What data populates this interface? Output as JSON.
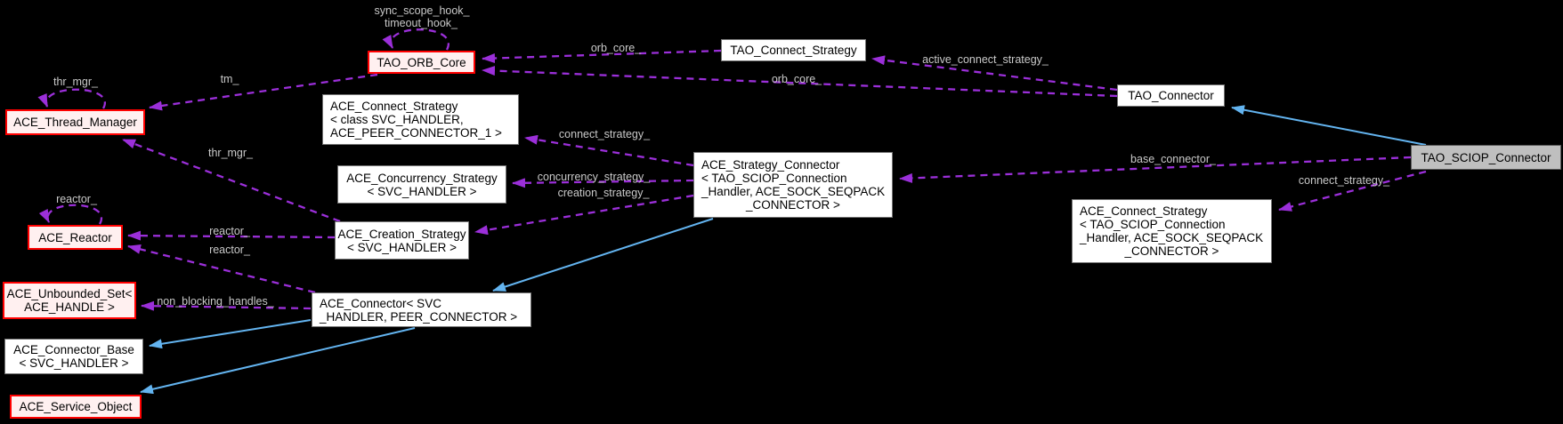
{
  "nodes": {
    "tao_orb_core": {
      "label": "TAO_ORB_Core"
    },
    "tao_connect_strategy": {
      "label": "TAO_Connect_Strategy"
    },
    "tao_connector": {
      "label": "TAO_Connector"
    },
    "tao_sciop_connector": {
      "label": "TAO_SCIOP_Connector"
    },
    "ace_thread_manager": {
      "label": "ACE_Thread_Manager"
    },
    "ace_connect_strategy_generic": {
      "lines": [
        "ACE_Connect_Strategy",
        "< class SVC_HANDLER,",
        "ACE_PEER_CONNECTOR_1 >"
      ]
    },
    "ace_concurrency_strategy": {
      "lines": [
        "ACE_Concurrency_Strategy",
        "< SVC_HANDLER >"
      ]
    },
    "ace_strategy_connector": {
      "lines": [
        "ACE_Strategy_Connector",
        "< TAO_SCIOP_Connection",
        "_Handler, ACE_SOCK_SEQPACK",
        "_CONNECTOR >"
      ]
    },
    "ace_connect_strategy_sciop": {
      "lines": [
        "ACE_Connect_Strategy",
        "< TAO_SCIOP_Connection",
        "_Handler, ACE_SOCK_SEQPACK",
        "_CONNECTOR >"
      ]
    },
    "ace_reactor": {
      "label": "ACE_Reactor"
    },
    "ace_creation_strategy": {
      "lines": [
        "ACE_Creation_Strategy",
        "< SVC_HANDLER >"
      ]
    },
    "ace_unbounded_set": {
      "lines": [
        "ACE_Unbounded_Set<",
        "ACE_HANDLE >"
      ]
    },
    "ace_connector": {
      "lines": [
        "ACE_Connector< SVC",
        "_HANDLER, PEER_CONNECTOR >"
      ]
    },
    "ace_connector_base": {
      "lines": [
        "ACE_Connector_Base",
        "< SVC_HANDLER >"
      ]
    },
    "ace_service_object": {
      "label": "ACE_Service_Object"
    }
  },
  "edge_labels": {
    "sync_scope_hook": "sync_scope_hook_",
    "timeout_hook": "timeout_hook_",
    "orb_core_top": "orb_core_",
    "orb_core_bottom": "orb_core_",
    "active_connect_strategy": "active_connect_strategy_",
    "tm": "tm_",
    "thr_mgr_self": "thr_mgr_",
    "thr_mgr_edge": "thr_mgr_",
    "connect_strategy_left": "connect_strategy_",
    "concurrency_strategy": "concurrency_strategy_",
    "creation_strategy": "creation_strategy_",
    "base_connector": "base_connector_",
    "connect_strategy_right": "connect_strategy_",
    "reactor_self": "reactor_",
    "reactor_upper": "reactor_",
    "reactor_lower": "reactor_",
    "non_blocking_handles": "non_blocking_handles_"
  },
  "colors": {
    "background": "#000000",
    "usage_edge": "#9b2fd9",
    "inheritance_edge": "#63b4f0",
    "edge_label_text": "#c9c9c9",
    "node_fill_white": "#ffffff",
    "node_fill_pink": "#fff0f0",
    "node_border_red": "#ff0000",
    "node_border_gray": "#737373",
    "node_fill_gray": "#bfbfbf",
    "node_text": "#000000"
  }
}
